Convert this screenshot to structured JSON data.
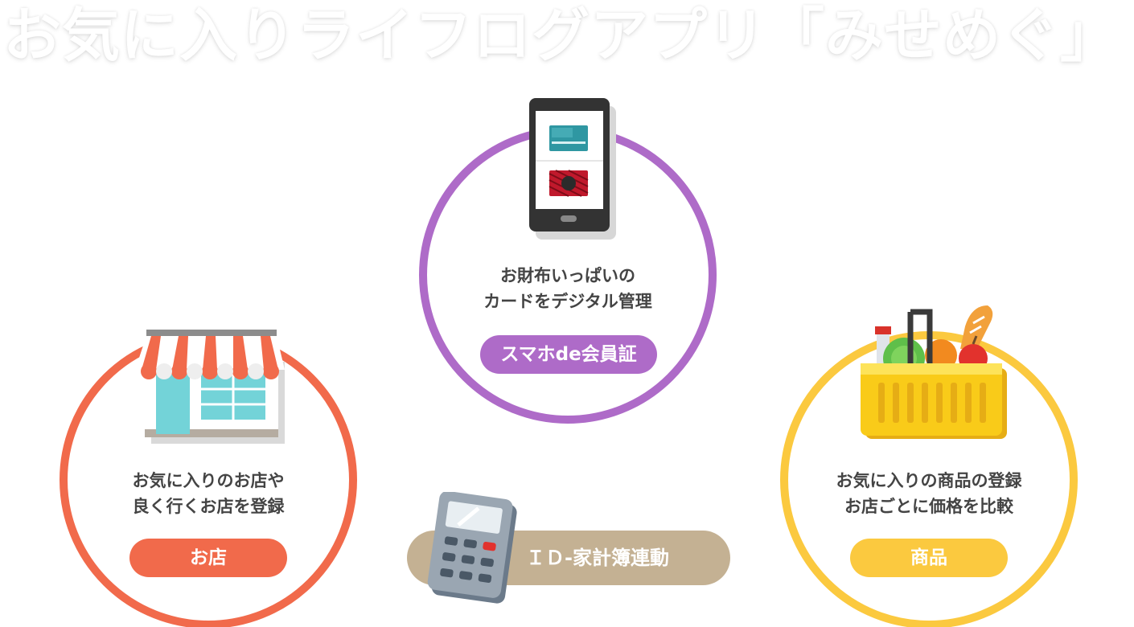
{
  "page": {
    "title": "お気に入りライフログアプリ「みせめぐ」"
  },
  "features": {
    "card": {
      "line1": "お財布いっぱいの",
      "line2": "カードをデジタル管理",
      "badge": "スマホde会員証",
      "color": "#ae6bc8",
      "icon": "smartphone-cards-icon"
    },
    "shop": {
      "line1": "お気に入りのお店や",
      "line2": "良く行くお店を登録",
      "badge": "お店",
      "color": "#f16a4b",
      "icon": "storefront-icon"
    },
    "product": {
      "line1": "お気に入りの商品の登録",
      "line2": "お店ごとに価格を比較",
      "badge": "商品",
      "color": "#fbc93f",
      "icon": "shopping-basket-icon"
    }
  },
  "id_link": {
    "label": "ＩＤ-家計簿連動",
    "color": "#c4b193",
    "icon": "calculator-icon"
  }
}
